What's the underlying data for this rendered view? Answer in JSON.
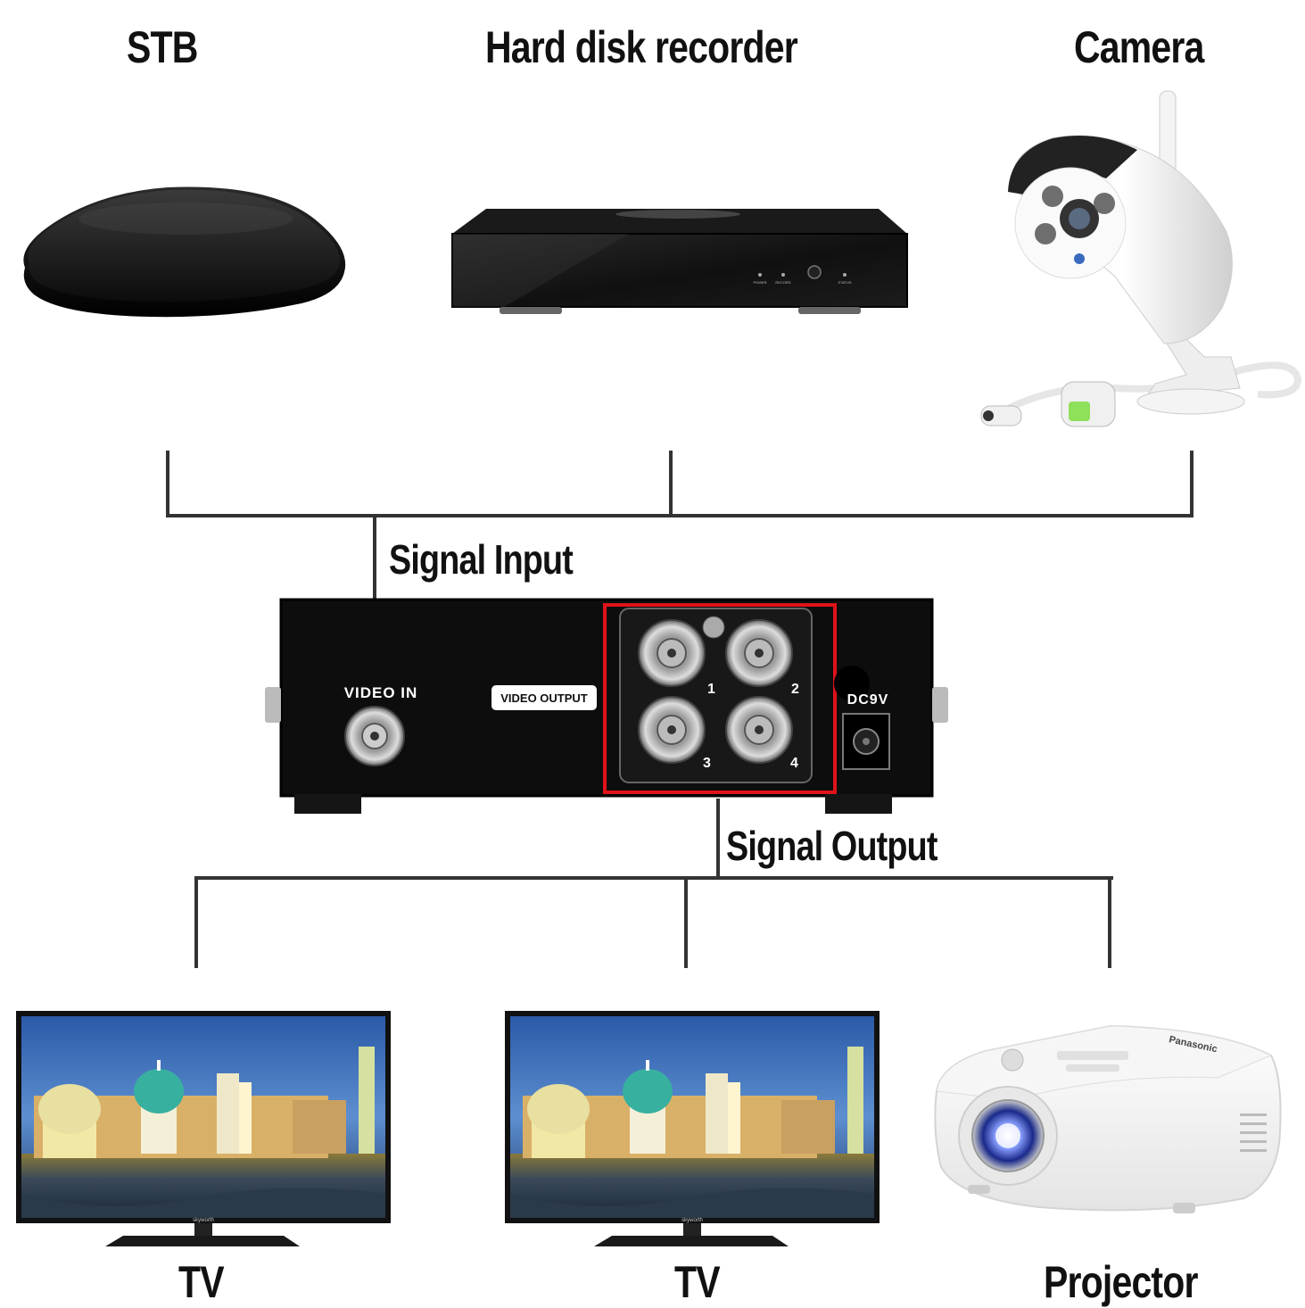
{
  "sources": {
    "stb": "STB",
    "recorder": "Hard disk recorder",
    "camera": "Camera"
  },
  "signal_input": "Signal Input",
  "signal_output": "Signal Output",
  "splitter": {
    "video_in": "VIDEO IN",
    "video_output": "VIDEO OUTPUT",
    "power": "DC9V",
    "ports": [
      "1",
      "2",
      "3",
      "4"
    ],
    "highlight_color": "#e0121a"
  },
  "recorder_leds": [
    "POWER",
    "RECORD",
    "STATUS"
  ],
  "outputs": {
    "tv1": "TV",
    "tv2": "TV",
    "projector": "Projector",
    "tv_brand": "skyworth",
    "projector_brand": "Panasonic"
  }
}
